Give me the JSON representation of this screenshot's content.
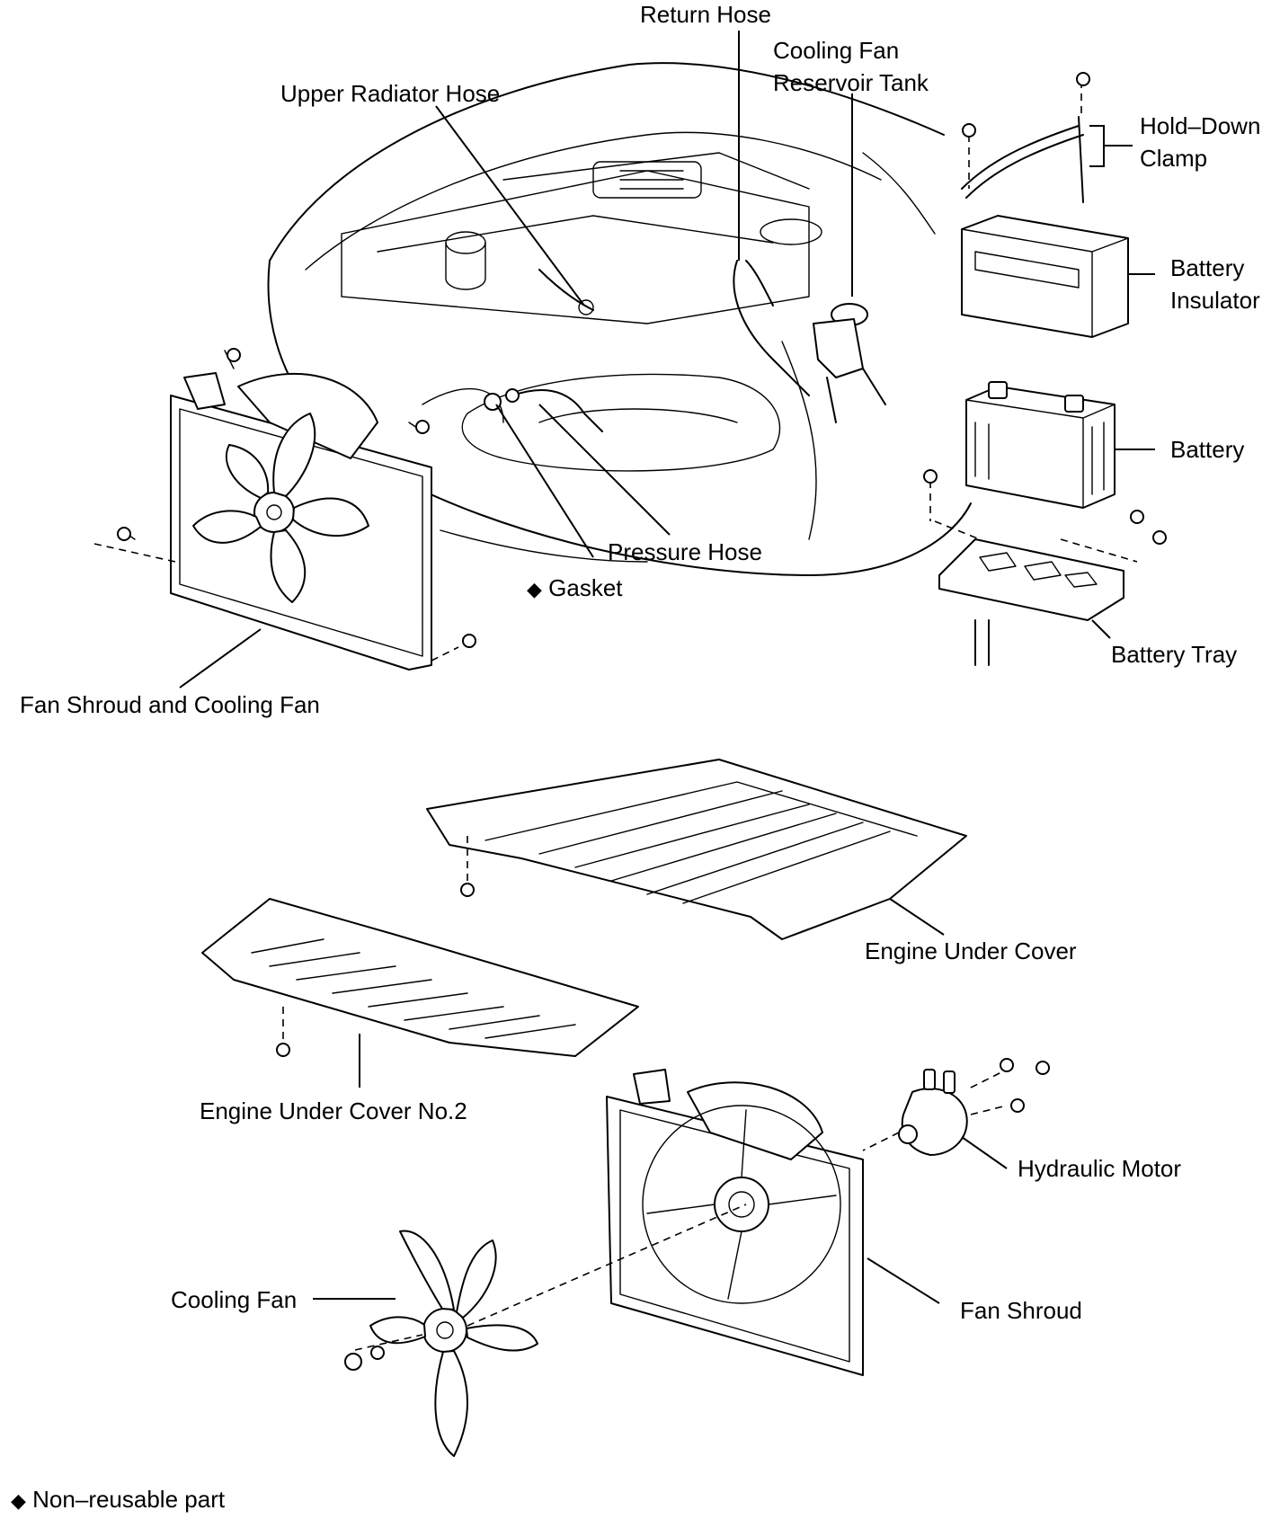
{
  "labels": {
    "return_hose": "Return Hose",
    "cooling_fan_reservoir_tank_line1": "Cooling Fan",
    "cooling_fan_reservoir_tank_line2": "Reservoir Tank",
    "upper_radiator_hose": "Upper Radiator Hose",
    "hold_down_clamp_line1": "Hold–Down",
    "hold_down_clamp_line2": "Clamp",
    "battery_insulator_line1": "Battery",
    "battery_insulator_line2": "Insulator",
    "battery": "Battery",
    "pressure_hose": "Pressure Hose",
    "gasket": "Gasket",
    "battery_tray": "Battery Tray",
    "fan_shroud_and_cooling_fan": "Fan Shroud and Cooling Fan",
    "engine_under_cover": "Engine Under Cover",
    "engine_under_cover_no2": "Engine Under Cover No.2",
    "hydraulic_motor": "Hydraulic Motor",
    "cooling_fan": "Cooling Fan",
    "fan_shroud": "Fan Shroud"
  },
  "legend": {
    "symbol": "◆",
    "text": "Non–reusable part"
  },
  "gasket_symbol": "◆"
}
